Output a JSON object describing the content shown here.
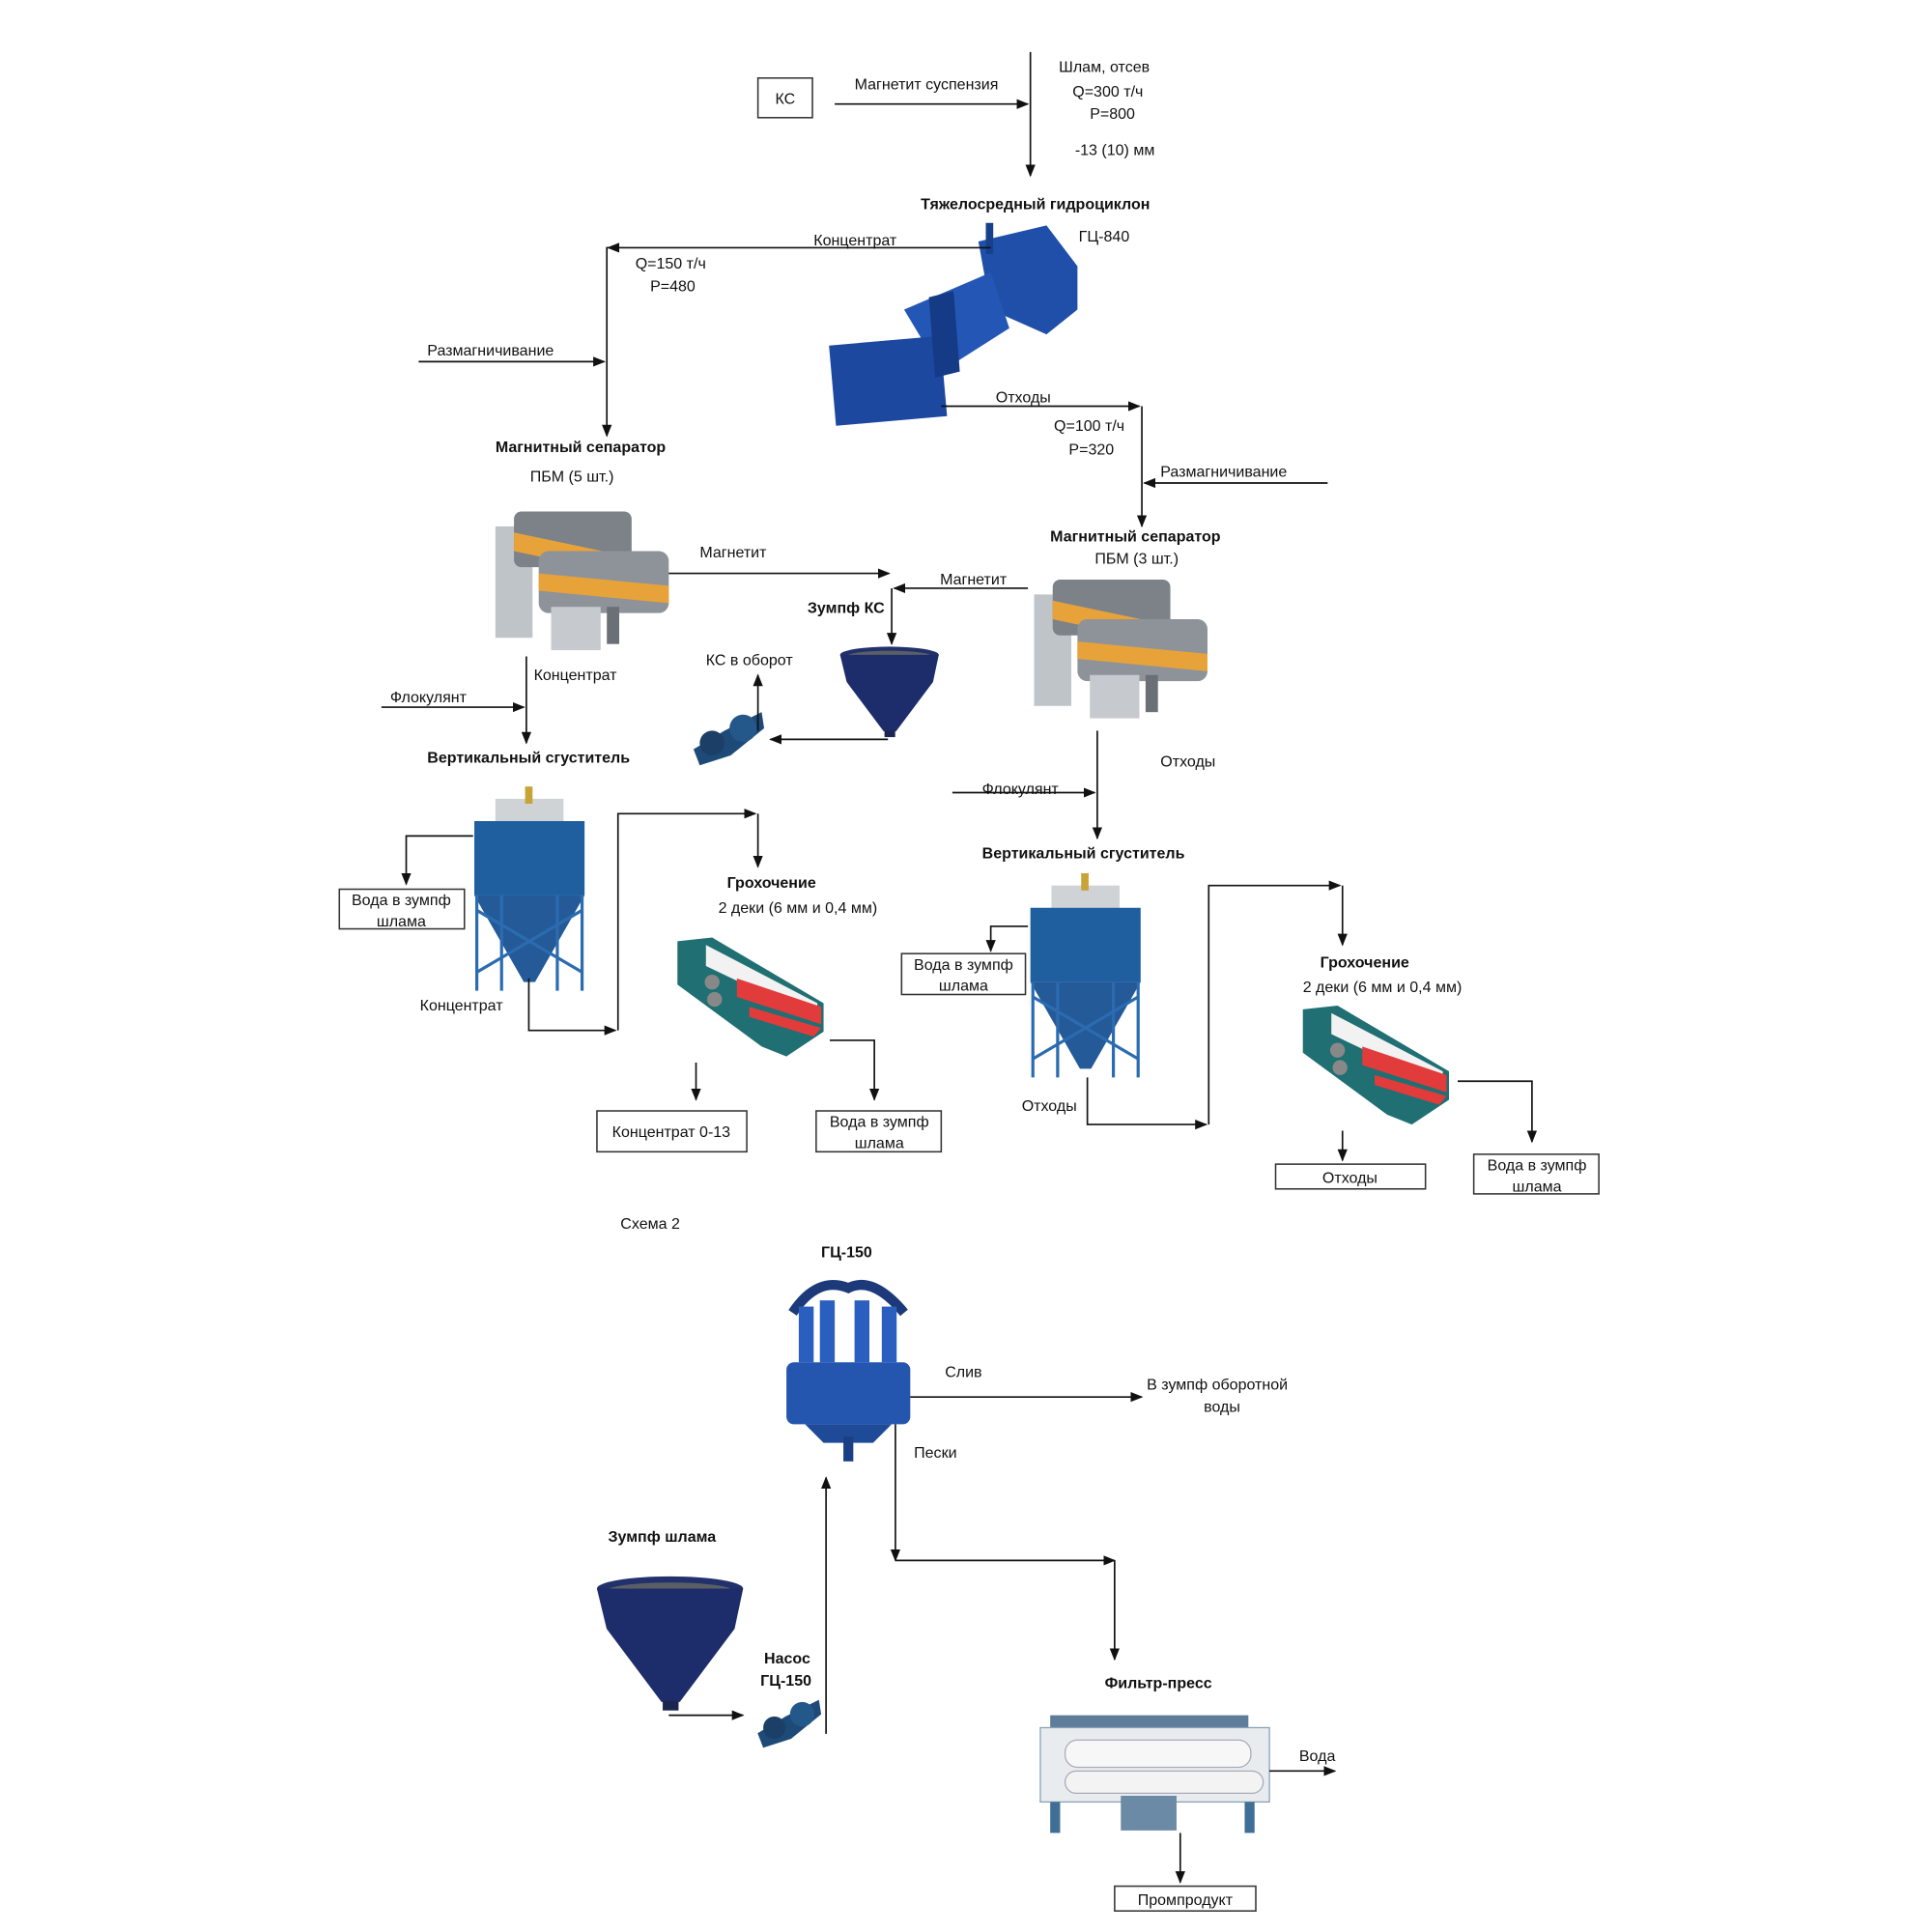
{
  "top": {
    "ks_box": "КС",
    "magnetite_suspension": "Магнетит суспензия",
    "feed": [
      "Шлам, отсев",
      "Q=300 т/ч",
      "P=800",
      "-13 (10) мм"
    ],
    "hmc_title": "Тяжелосредный гидроциклон",
    "hmc_model": "ГЦ-840",
    "concentrate": "Концентрат",
    "conc_flow": [
      "Q=150 т/ч",
      "P=480"
    ],
    "tailings": "Отходы",
    "tail_flow": [
      "Q=100 т/ч",
      "P=320"
    ],
    "demag_left": "Размагничивание",
    "demag_right": "Размагничивание"
  },
  "left_branch": {
    "sep_title": "Магнитный сепаратор",
    "sep_model": "ПБМ (5 шт.)",
    "magnetite": "Магнетит",
    "concentrate": "Концентрат",
    "flocculant": "Флокулянт",
    "thickener_title": "Вертикальный сгуститель",
    "water_box": [
      "Вода в зумпф",
      "шлама"
    ],
    "thickener_out": "Концентрат",
    "screen_title": "Грохочение",
    "screen_desc": "2 деки (6 мм и 0,4 мм)",
    "product_box": "Концентрат 0-13",
    "screen_water_box": [
      "Вода в зумпф",
      "шлама"
    ]
  },
  "sump": {
    "title": "Зумпф КС",
    "return": "КС в оборот"
  },
  "right_branch": {
    "magnetite": "Магнетит",
    "sep_title": "Магнитный сепаратор",
    "sep_model": "ПБМ (3 шт.)",
    "tailings": "Отходы",
    "flocculant": "Флокулянт",
    "thickener_title": "Вертикальный сгуститель",
    "water_box": [
      "Вода в зумпф",
      "шлама"
    ],
    "thickener_out": "Отходы",
    "screen_title": "Грохочение",
    "screen_desc": "2 деки (6 мм и 0,4 мм)",
    "product_box": "Отходы",
    "screen_water_box": [
      "Вода в зумпф",
      "шлама"
    ]
  },
  "scheme2": {
    "label": "Схема 2",
    "cyclone_title": "ГЦ-150",
    "overflow": "Слив",
    "overflow_dest": [
      "В зумпф оборотной",
      "воды"
    ],
    "sands": "Пески",
    "sump_title": "Зумпф шлама",
    "pump": [
      "Насос",
      "ГЦ-150"
    ],
    "press_title": "Фильтр-пресс",
    "water": "Вода",
    "product_box": "Промпродукт"
  },
  "colors": {
    "equipment_blue": "#1f4fa8",
    "screen_teal": "#1f6f73",
    "screen_red": "#e23b3b",
    "separator_orange": "#e8a23a"
  }
}
